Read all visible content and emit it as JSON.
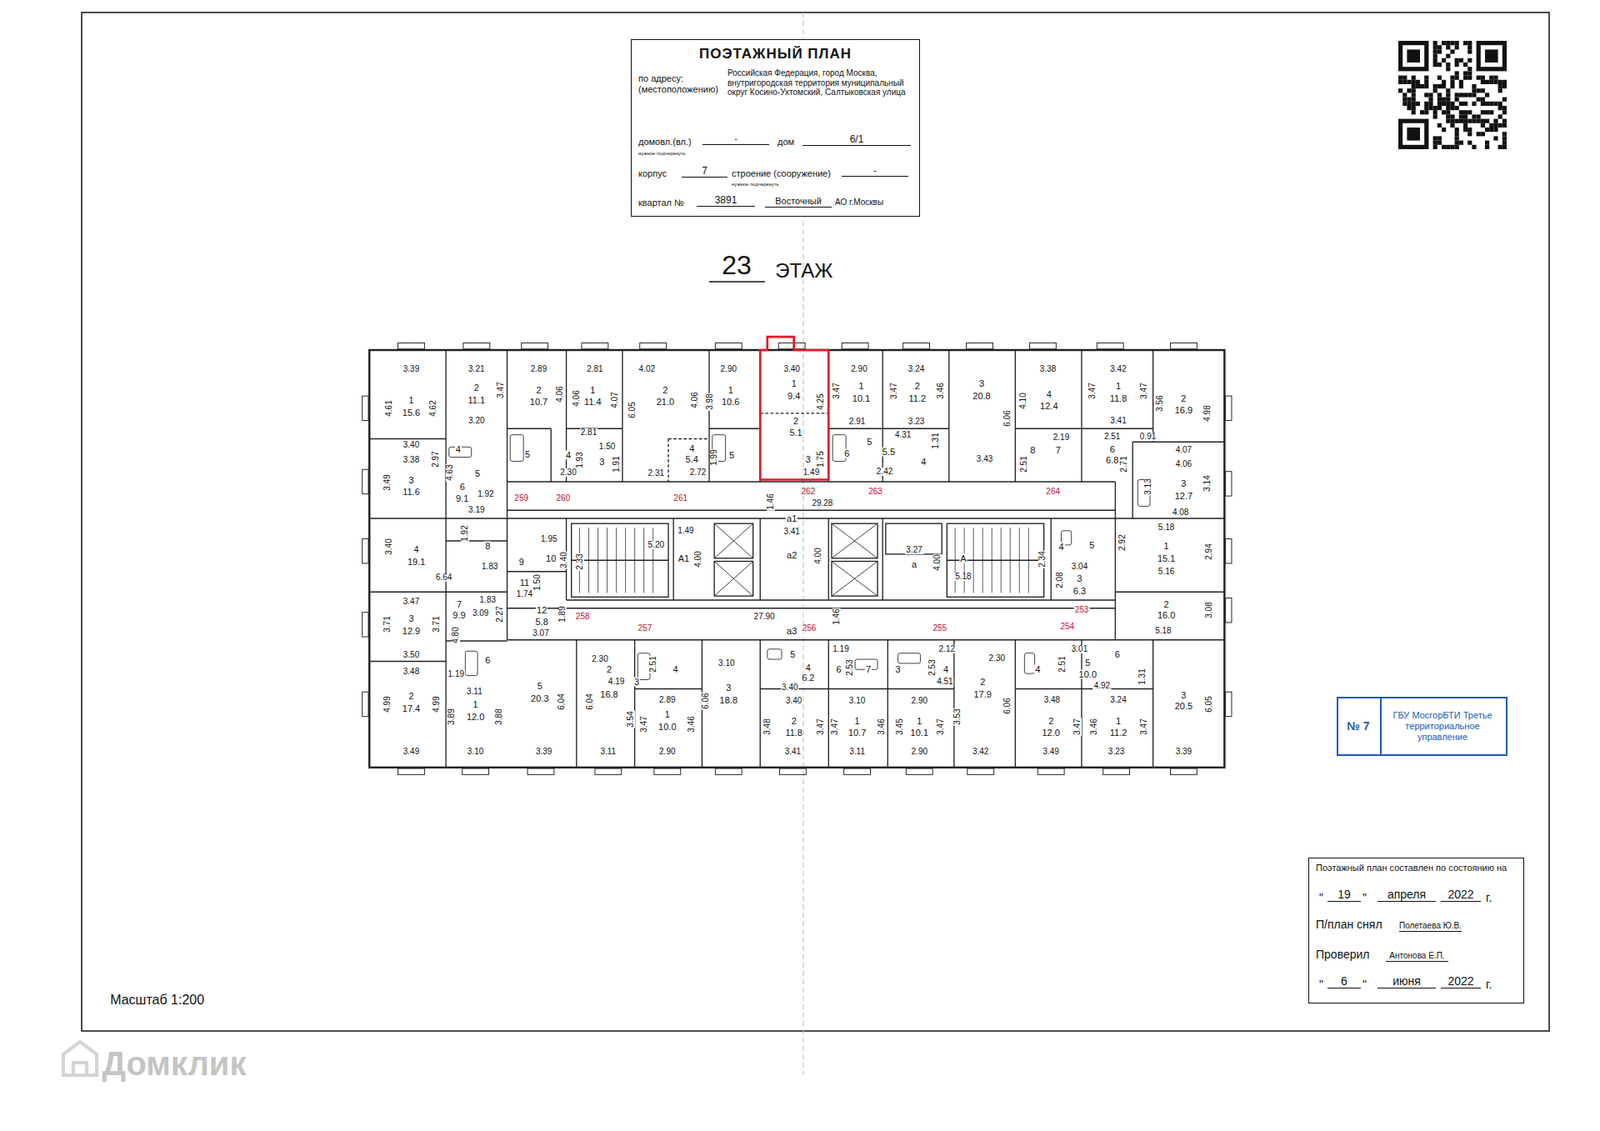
{
  "diagram": {
    "title": "ПОЭТАЖНЫЙ ПЛАН",
    "nodes": [
      {
        "text": [
          "по адресу: (местоположению)",
          "Российская Федерация, город Москва, внутригородская территория муниципальный округ Косино-Ухтомский, Салтыковская улица",
          "домовл.(вл.)",
          "-",
          "дом",
          "6/1",
          "нужное подчеркнуть",
          "корпус",
          "7",
          "строение (сооружение)",
          "-",
          "нужное подчеркнуть",
          "квартал №",
          "3891",
          "Восточный",
          "АО г.Москвы"
        ]
      },
      {
        "text": [
          "№ 7",
          "ГБУ МосгорБТИ Третье территориальное управление"
        ]
      },
      {
        "text": [
          "Поэтажный план составлен по состоянию на",
          "\"",
          "19",
          "\"",
          "апреля",
          "2022",
          "г.",
          "П/план снял",
          "Полетаева Ю.В.",
          "Проверил",
          "Антонова Е.П.",
          "\"",
          "6",
          "\"",
          "июня",
          "2022",
          "г."
        ]
      }
    ],
    "labels": [
      "3.39",
      "3.21",
      "2.89",
      "2.81",
      "4.02",
      "2.90",
      "3.40",
      "2.90",
      "3.24",
      "3.38",
      "3.42",
      "1",
      "15.6",
      "4.61",
      "4.62",
      "2",
      "11.1",
      "3.47",
      "3.20",
      "2",
      "10.7",
      "4.06",
      "4.06",
      "1",
      "11.4",
      "4.07",
      "6.05",
      "2",
      "21.0",
      "4.06",
      "3.98",
      "1",
      "10.6",
      "1",
      "9.4",
      "4.25",
      "2",
      "5.1",
      "3",
      "1.75",
      "1.49",
      "3.47",
      "1",
      "10.1",
      "2.91",
      "3.47",
      "2",
      "11.2",
      "3.46",
      "3.23",
      "3",
      "20.8",
      "6.06",
      "4.10",
      "4",
      "12.4",
      "3.47",
      "1",
      "11.8",
      "3.47",
      "3.41",
      "3.56",
      "2",
      "16.9",
      "4.98",
      "3.40",
      "3.38",
      "3.49",
      "3",
      "11.6",
      "4.63",
      "2.97",
      "4",
      "5",
      "6",
      "9.1",
      "1.92",
      "3.19",
      "5",
      "4",
      "2.81",
      "1.50",
      "1.93",
      "3",
      "1.91",
      "2.30",
      "4",
      "5.4",
      "2.31",
      "2.72",
      "1.99",
      "5",
      "6",
      "5",
      "4.31",
      "5.5",
      "1.31",
      "4",
      "2.42",
      "3.43",
      "8",
      "2.51",
      "2.19",
      "7",
      "2.51",
      "0.91",
      "6",
      "6.8",
      "2.71",
      "4.07",
      "4.06",
      "3.13",
      "3",
      "12.7",
      "3.14",
      "4.08",
      "259",
      "260",
      "261",
      "262",
      "263",
      "264",
      "1.46",
      "29.28",
      "а1",
      "3.40",
      "1.92",
      "4",
      "19.1",
      "8",
      "1.83",
      "6.64",
      "1.95",
      "9",
      "10",
      "3.40",
      "11",
      "1.50",
      "1.74",
      "2.33",
      "5.20",
      "1.49",
      "А1",
      "4.00",
      "3.41",
      "а2",
      "4.00",
      "3.27",
      "а",
      "4.00",
      "А",
      "5.18",
      "2.34",
      "4",
      "5",
      "3.04",
      "2.08",
      "3",
      "6.3",
      "2.92",
      "5.18",
      "1",
      "15.1",
      "2.94",
      "5.16",
      "3.47",
      "1.83",
      "7",
      "9.9",
      "3.09",
      "2.27",
      "3.71",
      "3",
      "12.9",
      "3.71",
      "4.80",
      "6",
      "3.50",
      "12",
      "5.8",
      "1.89",
      "3.07",
      "258",
      "257",
      "27.90",
      "256",
      "1.46",
      "а3",
      "255",
      "253",
      "254",
      "2",
      "16.0",
      "3.08",
      "5.18",
      "3.48",
      "1.19",
      "3.11",
      "4.99",
      "2",
      "17.4",
      "4.99",
      "1",
      "12.0",
      "3.89",
      "3.88",
      "2.30",
      "5",
      "20.3",
      "6.04",
      "2",
      "4.19",
      "16.8",
      "6.04",
      "3.54",
      "3",
      "2.51",
      "4",
      "2.89",
      "1",
      "10.0",
      "3.47",
      "3.46",
      "3.10",
      "6.06",
      "3",
      "18.8",
      "5",
      "4",
      "6.2",
      "3.40",
      "3.40",
      "2",
      "11.8",
      "3.48",
      "3.47",
      "1.19",
      "6",
      "2.53",
      "7",
      "3.10",
      "1",
      "10.7",
      "3.47",
      "3.46",
      "2.12",
      "3",
      "2.53",
      "4",
      "4.51",
      "2.90",
      "1",
      "10.1",
      "3.45",
      "3.47",
      "3.53",
      "2.30",
      "2",
      "17.9",
      "6.06",
      "4",
      "2.51",
      "3.01",
      "6",
      "5",
      "10.0",
      "4.92",
      "1.31",
      "3.48",
      "2",
      "12.0",
      "3.47",
      "3.24",
      "1",
      "11.2",
      "3.46",
      "3.47",
      "3",
      "20.5",
      "6.05",
      "3.49",
      "3.10",
      "3.39",
      "3.11",
      "2.90",
      "3.41",
      "3.11",
      "2.90",
      "3.42",
      "3.49",
      "3.23",
      "3.39",
      "23",
      "ЭТАЖ",
      "Масштаб 1:200",
      "Домклик"
    ]
  }
}
